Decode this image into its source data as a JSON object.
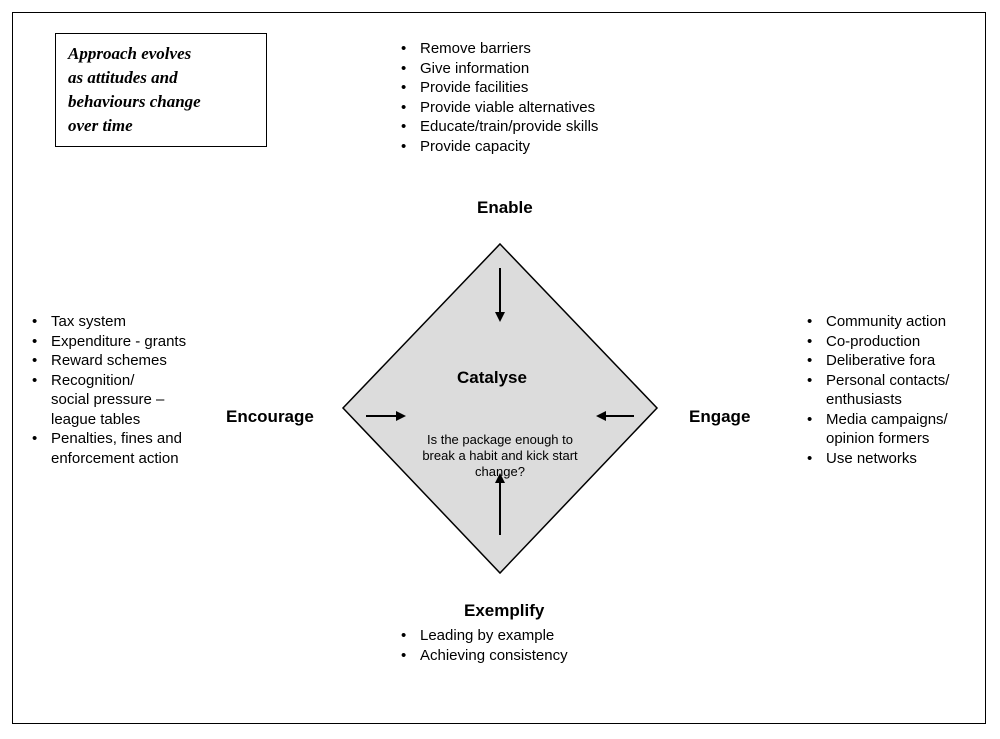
{
  "note": {
    "lines": [
      "Approach evolves",
      "as attitudes and",
      "behaviours change",
      "over time"
    ]
  },
  "enable": {
    "title": "Enable",
    "items": [
      "Remove barriers",
      "Give information",
      "Provide facilities",
      "Provide viable alternatives",
      "Educate/train/provide skills",
      "Provide capacity"
    ]
  },
  "encourage": {
    "title": "Encourage",
    "items": [
      [
        "Tax system"
      ],
      [
        "Expenditure - grants"
      ],
      [
        "Reward schemes"
      ],
      [
        "Recognition/",
        "social pressure –",
        "league tables"
      ],
      [
        "Penalties, fines and",
        "enforcement action"
      ]
    ]
  },
  "engage": {
    "title": "Engage",
    "items": [
      [
        "Community action"
      ],
      [
        "Co-production"
      ],
      [
        "Deliberative fora"
      ],
      [
        "Personal contacts/",
        "enthusiasts"
      ],
      [
        "Media campaigns/",
        "opinion formers"
      ],
      [
        "Use networks"
      ]
    ]
  },
  "exemplify": {
    "title": "Exemplify",
    "items": [
      "Leading by example",
      "Achieving consistency"
    ]
  },
  "catalyse": {
    "title": "Catalyse",
    "question_lines": [
      "Is the package enough to",
      "break a habit and kick start",
      "change?"
    ]
  },
  "colors": {
    "diamond_fill": "#dcdcdc",
    "stroke": "#000000"
  }
}
